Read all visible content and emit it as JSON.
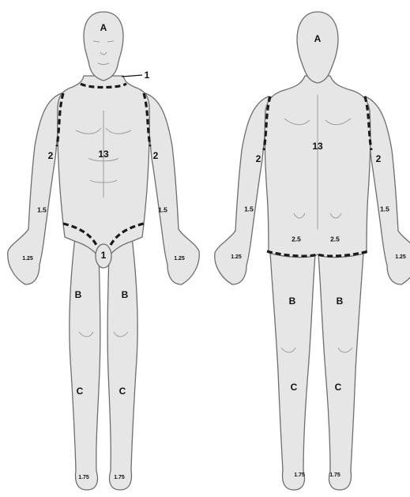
{
  "labels": {
    "head": "A",
    "neck": "1",
    "trunk": "13",
    "upper_arm": "2",
    "forearm": "1.5",
    "hand": "1.25",
    "genitals": "1",
    "thigh": "B",
    "lower_leg": "C",
    "foot": "1.75",
    "buttock": "2.5"
  },
  "colors": {
    "skin": "#e6e6e6",
    "outline": "#6e6e6e",
    "dashes": "#1a1a1a"
  }
}
